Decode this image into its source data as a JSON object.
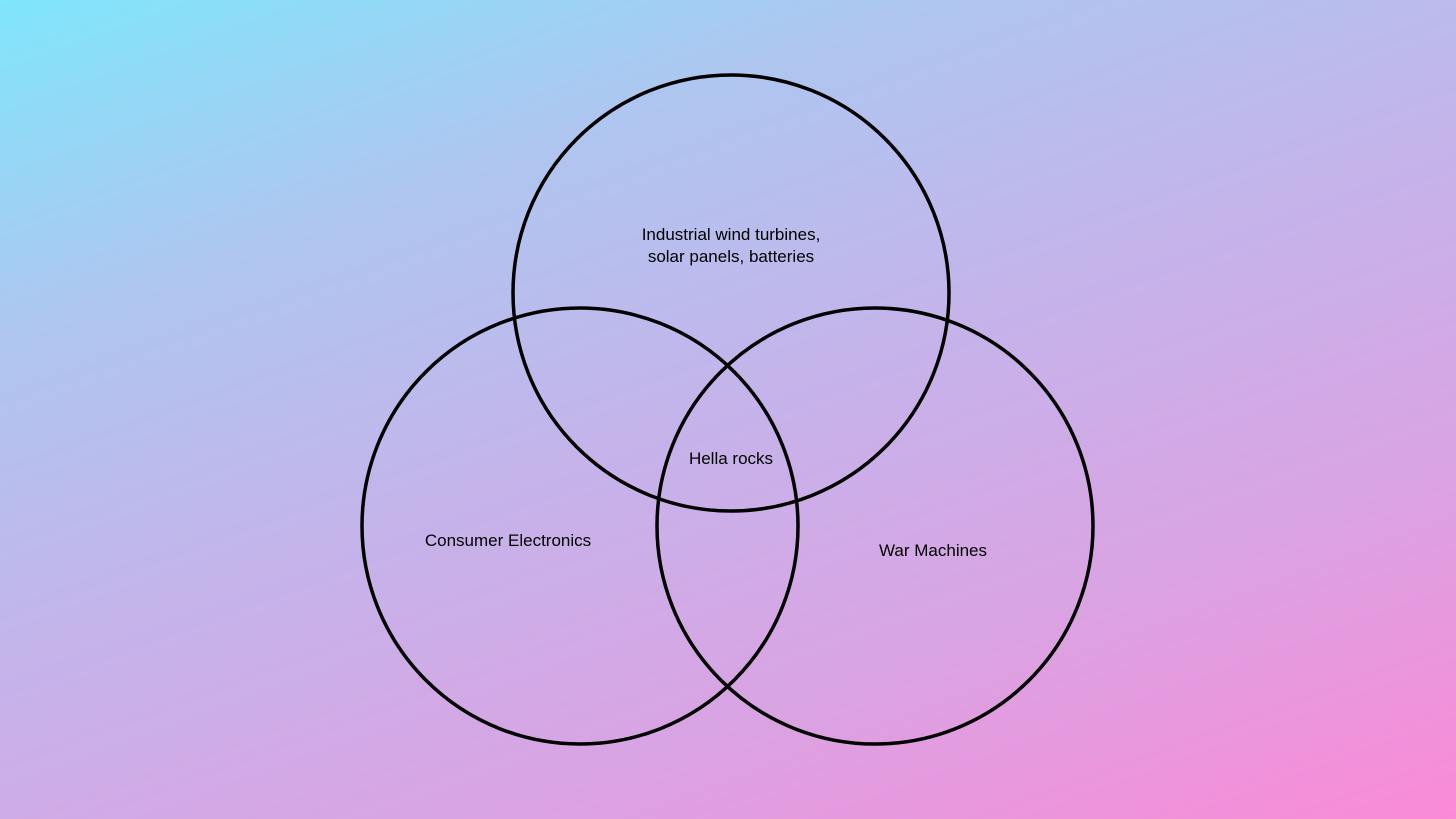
{
  "diagram": {
    "sets": [
      {
        "id": "top",
        "label_lines": [
          "Industrial wind turbines,",
          "solar panels, batteries"
        ]
      },
      {
        "id": "left",
        "label": "Consumer Electronics"
      },
      {
        "id": "right",
        "label": "War Machines"
      }
    ],
    "intersection": {
      "label": "Hella rocks"
    },
    "colors": {
      "outline": "#000000",
      "gradient_start": "#7fe6fb",
      "gradient_end": "#fb8ad8"
    }
  }
}
